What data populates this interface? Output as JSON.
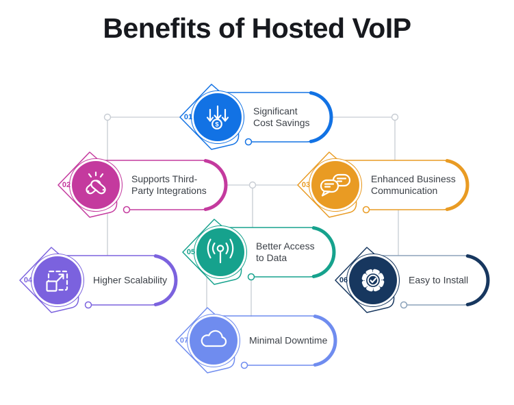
{
  "title": "Benefits of Hosted VoIP",
  "colors": {
    "title": "#17191e",
    "label": "#3a3f46",
    "connector": "#c7ccd3",
    "background": "#ffffff"
  },
  "items": [
    {
      "num": "01",
      "lines": [
        "Significant",
        "Cost Savings"
      ],
      "color": "#1272e4",
      "line_color": "#1272e4",
      "icon": "money-saving-arrows-icon",
      "icon_text": "$"
    },
    {
      "num": "02",
      "lines": [
        "Supports Third-",
        "Party Integrations"
      ],
      "color": "#c43a9e",
      "line_color": "#c43a9e",
      "icon": "handshake-icon"
    },
    {
      "num": "03",
      "lines": [
        "Enhanced Business",
        "Communication"
      ],
      "color": "#e99b23",
      "line_color": "#e99b23",
      "icon": "chat-bubbles-icon"
    },
    {
      "num": "04",
      "lines": [
        "Higher Scalability"
      ],
      "color": "#7b62de",
      "line_color": "#7b62de",
      "icon": "scale-expand-icon"
    },
    {
      "num": "05",
      "lines": [
        "Better Access",
        "to Data"
      ],
      "color": "#16a28d",
      "line_color": "#16a28d",
      "icon": "broadcast-signal-icon"
    },
    {
      "num": "06",
      "lines": [
        "Easy to Install"
      ],
      "color": "#17375f",
      "line_color": "#8ba2ba",
      "icon": "gear-check-icon"
    },
    {
      "num": "07",
      "lines": [
        "Minimal Downtime"
      ],
      "color": "#6f8cef",
      "line_color": "#6f8cef",
      "icon": "cloud-icon"
    }
  ]
}
